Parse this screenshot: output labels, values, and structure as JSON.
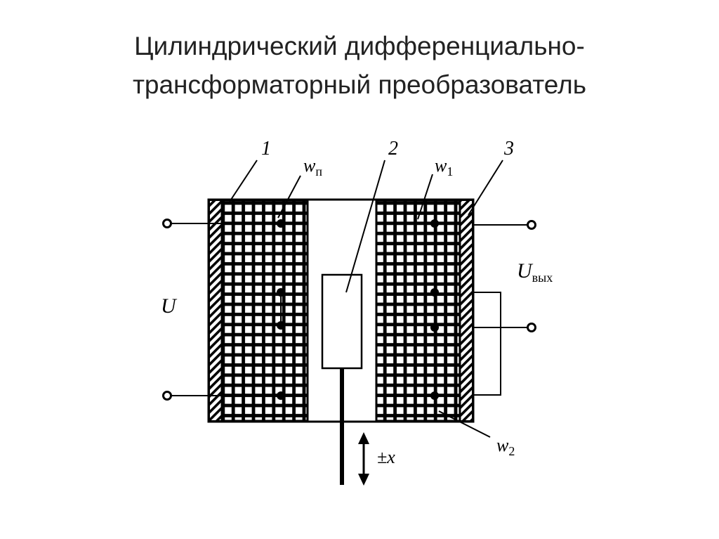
{
  "title": {
    "line1": "Цилиндрический дифференциально-",
    "line2": "трансформаторный преобразователь"
  },
  "labels": {
    "part1": "1",
    "part2": "2",
    "part3": "3",
    "w_main": "w",
    "w_main_sub": "п",
    "w1": "w",
    "w1_sub": "1",
    "w2": "w",
    "w2_sub": "2",
    "u_in": "U",
    "u_out": "U",
    "u_out_sub": "вых",
    "displacement": "±x"
  }
}
